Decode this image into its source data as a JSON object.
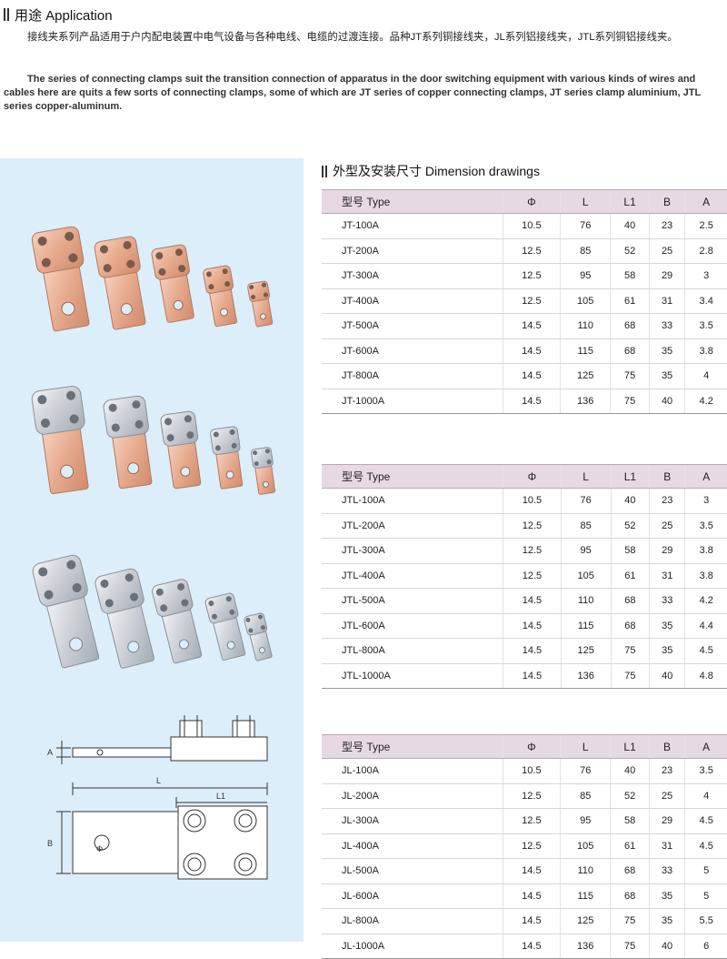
{
  "header": {
    "title": "用途 Application"
  },
  "intro": {
    "zh": "接线夹系列产品适用于户内配电装置中电气设备与各种电线、电缆的过渡连接。品种JT系列铜接线夹，JL系列铝接线夹，JTL系列铜铝接线夹。",
    "en": "The series of connecting clamps suit the transition connection of apparatus in the door switching equipment with various kinds of wires and cables here are quits a few sorts of connecting clamps, some of which are JT series of copper connecting clamps, JT series clamp aluminium, JTL series copper-aluminum."
  },
  "dimensions": {
    "title": "外型及安装尺寸 Dimension drawings",
    "columns": [
      "型号 Type",
      "Φ",
      "L",
      "L1",
      "B",
      "A"
    ]
  },
  "drawing": {
    "label_A": "A",
    "label_L": "L",
    "label_L1": "L1",
    "label_B": "B",
    "label_phi": "Φ"
  },
  "tables": [
    {
      "rows": [
        [
          "JT-100A",
          "10.5",
          "76",
          "40",
          "23",
          "2.5"
        ],
        [
          "JT-200A",
          "12.5",
          "85",
          "52",
          "25",
          "2.8"
        ],
        [
          "JT-300A",
          "12.5",
          "95",
          "58",
          "29",
          "3"
        ],
        [
          "JT-400A",
          "12.5",
          "105",
          "61",
          "31",
          "3.4"
        ],
        [
          "JT-500A",
          "14.5",
          "110",
          "68",
          "33",
          "3.5"
        ],
        [
          "JT-600A",
          "14.5",
          "115",
          "68",
          "35",
          "3.8"
        ],
        [
          "JT-800A",
          "14.5",
          "125",
          "75",
          "35",
          "4"
        ],
        [
          "JT-1000A",
          "14.5",
          "136",
          "75",
          "40",
          "4.2"
        ]
      ]
    },
    {
      "rows": [
        [
          "JTL-100A",
          "10.5",
          "76",
          "40",
          "23",
          "3"
        ],
        [
          "JTL-200A",
          "12.5",
          "85",
          "52",
          "25",
          "3.5"
        ],
        [
          "JTL-300A",
          "12.5",
          "95",
          "58",
          "29",
          "3.8"
        ],
        [
          "JTL-400A",
          "12.5",
          "105",
          "61",
          "31",
          "3.8"
        ],
        [
          "JTL-500A",
          "14.5",
          "110",
          "68",
          "33",
          "4.2"
        ],
        [
          "JTL-600A",
          "14.5",
          "115",
          "68",
          "35",
          "4.4"
        ],
        [
          "JTL-800A",
          "14.5",
          "125",
          "75",
          "35",
          "4.5"
        ],
        [
          "JTL-1000A",
          "14.5",
          "136",
          "75",
          "40",
          "4.8"
        ]
      ]
    },
    {
      "rows": [
        [
          "JL-100A",
          "10.5",
          "76",
          "40",
          "23",
          "3.5"
        ],
        [
          "JL-200A",
          "12.5",
          "85",
          "52",
          "25",
          "4"
        ],
        [
          "JL-300A",
          "12.5",
          "95",
          "58",
          "29",
          "4.5"
        ],
        [
          "JL-400A",
          "12.5",
          "105",
          "61",
          "31",
          "4.5"
        ],
        [
          "JL-500A",
          "14.5",
          "110",
          "68",
          "33",
          "5"
        ],
        [
          "JL-600A",
          "14.5",
          "115",
          "68",
          "35",
          "5"
        ],
        [
          "JL-800A",
          "14.5",
          "125",
          "75",
          "35",
          "5.5"
        ],
        [
          "JL-1000A",
          "14.5",
          "136",
          "75",
          "40",
          "6"
        ]
      ]
    }
  ]
}
